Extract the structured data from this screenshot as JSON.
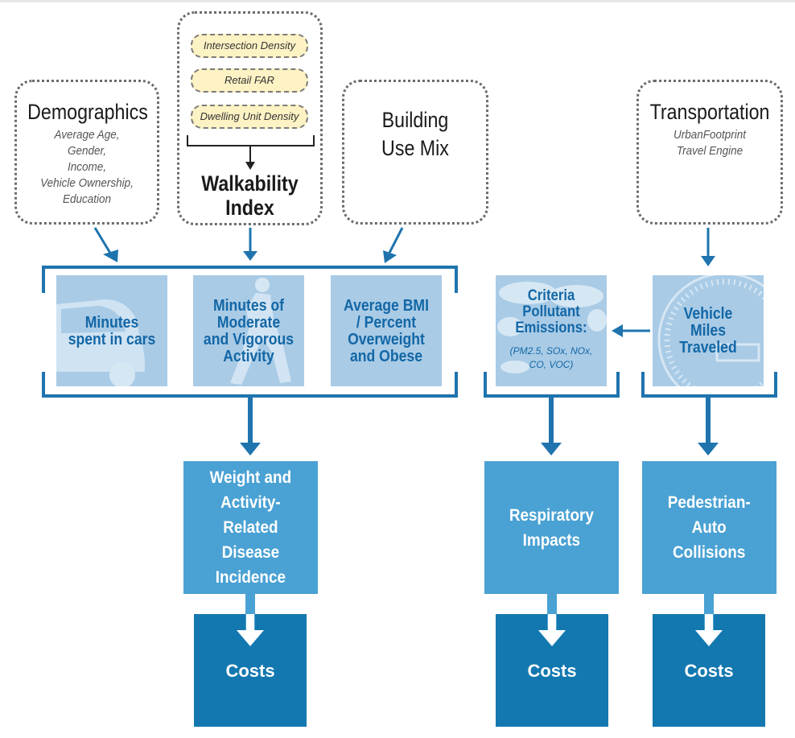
{
  "top_inputs": {
    "demographics": {
      "title": "Demographics",
      "details": [
        "Average Age,",
        "Gender,",
        "Income,",
        "Vehicle Ownership,",
        "Education"
      ]
    },
    "walkability": {
      "factors": [
        "Intersection Density",
        "Retail FAR",
        "Dwelling Unit Density"
      ],
      "title_line1": "Walkability",
      "title_line2": "Index"
    },
    "building_use": {
      "title_line1": "Building",
      "title_line2": "Use Mix"
    },
    "transportation": {
      "title": "Transportation",
      "details": [
        "UrbanFootprint",
        "Travel Engine"
      ]
    }
  },
  "health_metrics": [
    {
      "lines": [
        "Minutes",
        "spent in cars"
      ]
    },
    {
      "lines": [
        "Minutes of",
        "Moderate",
        "and Vigorous",
        "Activity"
      ]
    },
    {
      "lines": [
        "Average BMI",
        "/ Percent",
        "Overweight",
        "and Obese"
      ]
    }
  ],
  "emissions": {
    "title_lines": [
      "Criteria",
      "Pollutant",
      "Emissions:"
    ],
    "detail_lines": [
      "(PM2.5, SOx, NOx,",
      "CO, VOC)"
    ]
  },
  "vmt": {
    "lines": [
      "Vehicle",
      "Miles",
      "Traveled"
    ]
  },
  "impacts": [
    {
      "lines": [
        "Weight and",
        "Activity-",
        "Related",
        "Disease",
        "Incidence"
      ]
    },
    {
      "lines": [
        "Respiratory",
        "Impacts"
      ]
    },
    {
      "lines": [
        "Pedestrian-",
        "Auto",
        "Collisions"
      ]
    }
  ],
  "costs": [
    {
      "label": "Costs"
    },
    {
      "label": "Costs"
    },
    {
      "label": "Costs"
    }
  ],
  "colors": {
    "arrow": "#1f74ae",
    "tile": "#a9cbe6",
    "tile_text": "#1367a6",
    "impact": "#4aa1d3",
    "cost": "#1478b0",
    "pill": "#fdf2c4"
  }
}
